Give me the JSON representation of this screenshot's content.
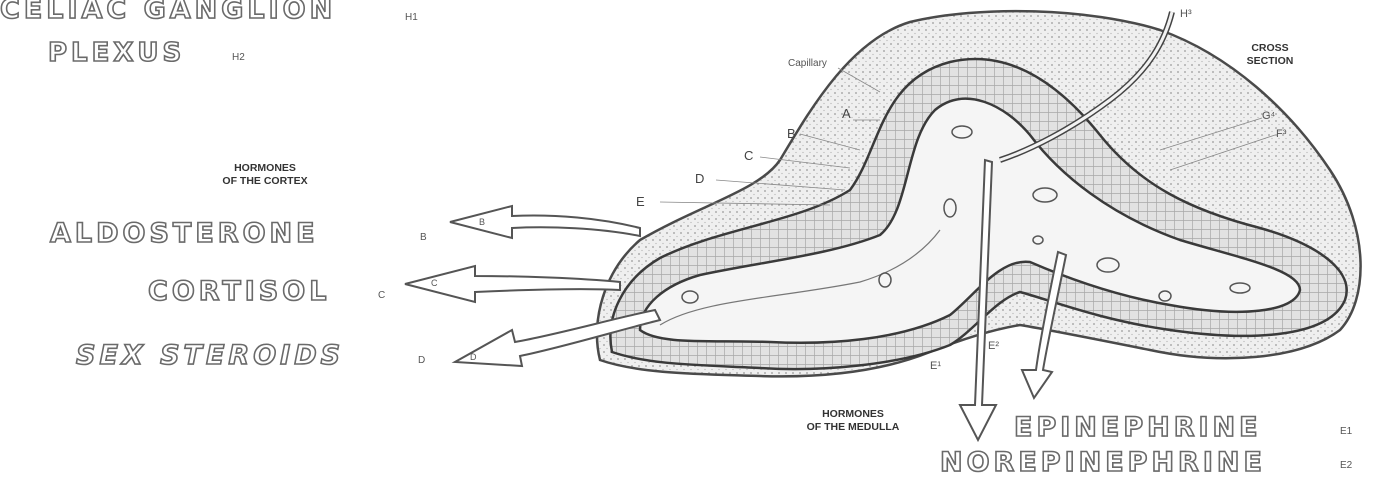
{
  "top_titles": {
    "celiac_ganglion": "CELIAC GANGLION",
    "celiac_ganglion_sub": "H1",
    "plexus": "PLEXUS",
    "plexus_sub": "H2"
  },
  "cortex": {
    "heading": "HORMONES\nOF THE CORTEX",
    "hormones": [
      {
        "name": "ALDOSTERONE",
        "sub": "B",
        "arrow_tag": "B"
      },
      {
        "name": "CORTISOL",
        "sub": "C",
        "arrow_tag": "C"
      },
      {
        "name": "SEX STEROIDS",
        "sub": "D",
        "arrow_tag": "D"
      }
    ]
  },
  "medulla": {
    "heading": "HORMONES\nOF THE MEDULLA",
    "hormones": [
      {
        "name": "EPINEPHRINE",
        "sub": "E1"
      },
      {
        "name": "NOREPINEPHRINE",
        "sub": "E2"
      }
    ]
  },
  "cross_section": {
    "heading": "CROSS\nSECTION",
    "capillary": "Capillary",
    "layer_letters": [
      "A",
      "B",
      "C",
      "D",
      "E"
    ],
    "g_label": "G⁴",
    "f_label": "F³",
    "h_label": "H³",
    "e1_label": "E¹",
    "e2_label": "E²"
  },
  "colors": {
    "ink": "#555555",
    "outline": "#6a6a6a",
    "tissue": "#d9d9d9"
  }
}
